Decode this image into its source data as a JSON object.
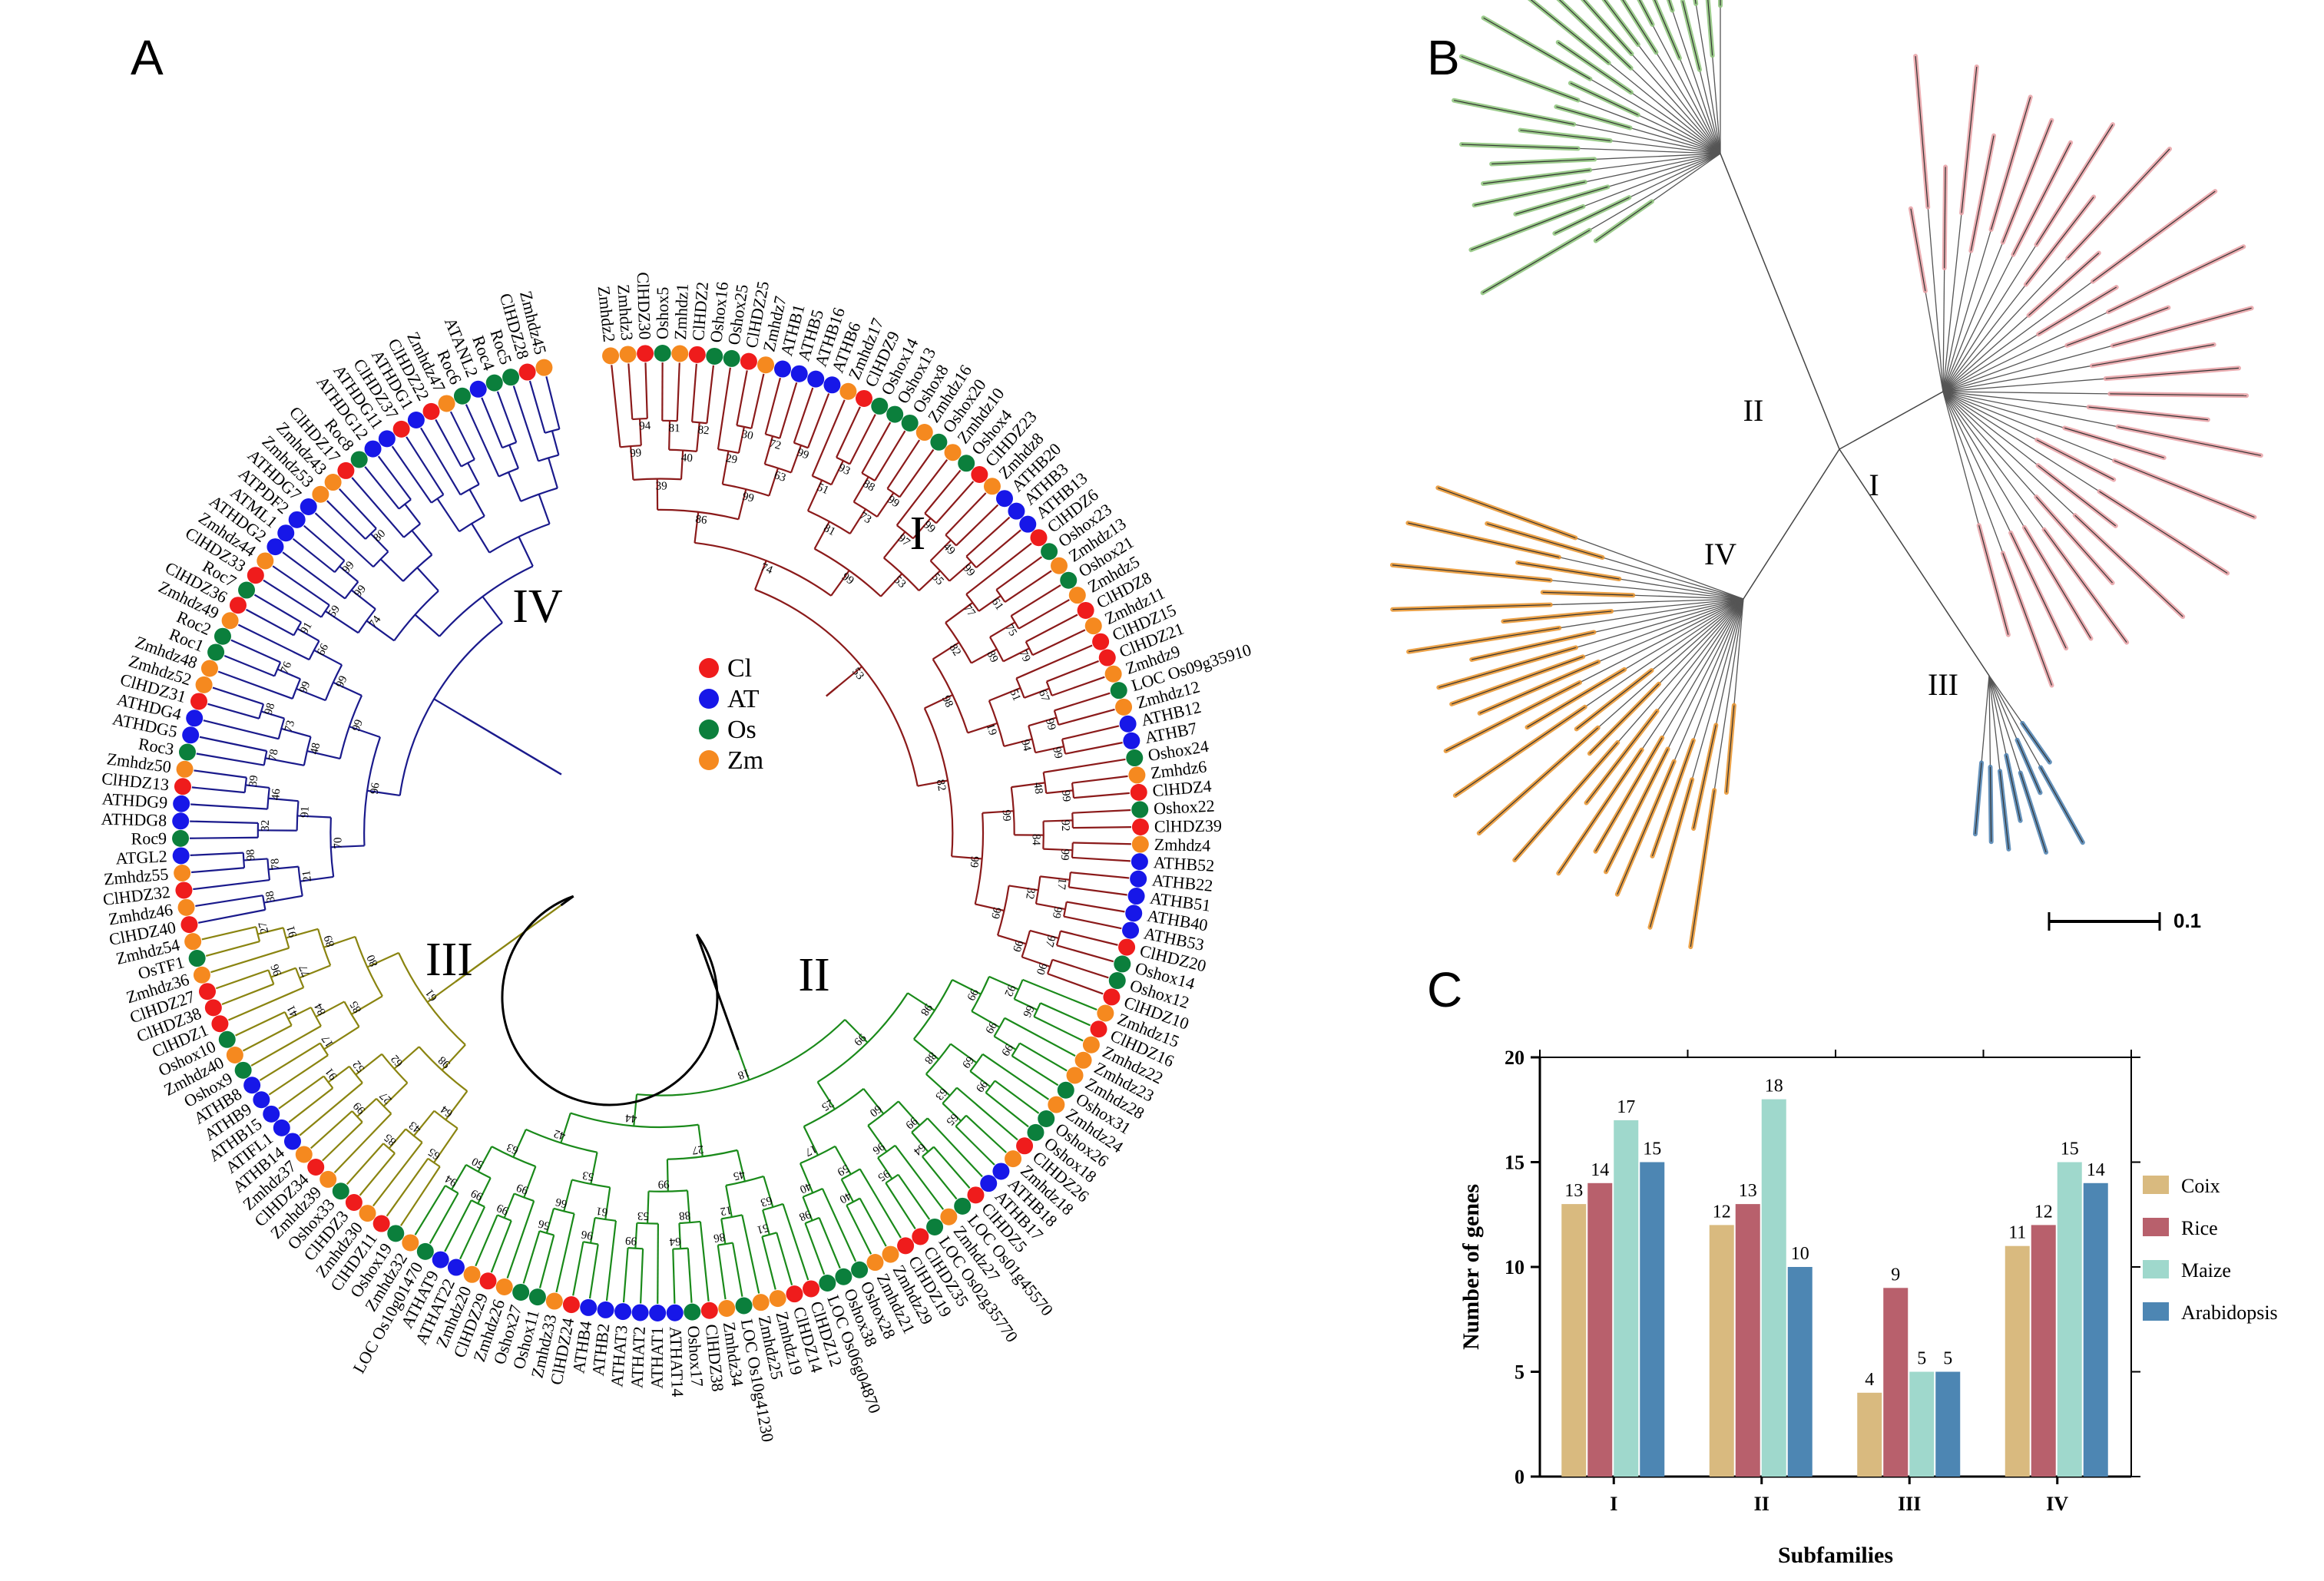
{
  "panels": {
    "a": "A",
    "b": "B",
    "c": "C"
  },
  "tree_a": {
    "legend": [
      {
        "label": "Cl",
        "color": "#ef1c1c"
      },
      {
        "label": "AT",
        "color": "#1717e8"
      },
      {
        "label": "Os",
        "color": "#0b7f3c"
      },
      {
        "label": "Zm",
        "color": "#f5891f"
      }
    ],
    "clade_labels": [
      "I",
      "II",
      "III",
      "IV"
    ],
    "clade_colors": {
      "I": "#8b1a1a",
      "II": "#1a8a1a",
      "III": "#8a8410",
      "IV": "#1a1a8c",
      "root": "#000000"
    },
    "clades": [
      {
        "clade": "I",
        "tips": [
          "Zmhdz2",
          "Zmhdz3",
          "ClHDZ30",
          "Oshox5",
          "Zmhdz1",
          "ClHDZ2",
          "Oshox16",
          "Oshox25",
          "ClHDZ25",
          "Zmhdz7",
          "ATHB1",
          "ATHB5",
          "ATHB16",
          "ATHB6",
          "Zmhdz17",
          "ClHDZ9",
          "Oshox14",
          "Oshox13",
          "Oshox8",
          "Zmhdz16",
          "Oshox20",
          "Zmhdz10",
          "Oshox4",
          "ClHDZ23",
          "Zmhdz8",
          "ATHB20",
          "ATHB3",
          "ATHB13",
          "ClHDZ6",
          "Oshox23",
          "Zmhdz13",
          "Oshox21",
          "Zmhdz5",
          "ClHDZ8",
          "Zmhdz11",
          "ClHDZ15",
          "ClHDZ21",
          "Zmhdz9",
          "LOC Os09g35910",
          "Zmhdz12",
          "ATHB12",
          "ATHB7",
          "Oshox24",
          "Zmhdz6",
          "ClHDZ4",
          "Oshox22",
          "ClHDZ39",
          "Zmhdz4",
          "ATHB52",
          "ATHB22",
          "ATHB51",
          "ATHB40",
          "ATHB53",
          "ClHDZ20",
          "Oshox14",
          "Oshox12",
          "ClHDZ10"
        ]
      },
      {
        "clade": "II",
        "tips": [
          "Zmhdz15",
          "ClHDZ16",
          "Zmhdz22",
          "Zmhdz23",
          "Zmhdz28",
          "Oshox31",
          "Zmhdz24",
          "Oshox26",
          "Oshox18",
          "ClHDZ26",
          "Zmhdz18",
          "ATHB18",
          "ATHB17",
          "ClHDZ5",
          "LOC Os01g45570",
          "Zmhdz27",
          "LOC Os02g35770",
          "ClHDZ35",
          "ClHDZ19",
          "Zmhdz29",
          "Zmhdz21",
          "Oshox28",
          "Oshox38",
          "LOC Os06g04870",
          "ClHDZ12",
          "ClHDZ14",
          "Zmhdz19",
          "Zmhdz25",
          "LOC Os10g41230",
          "Zmhdz34",
          "ClHDZ38",
          "Oshox17",
          "ATHAT14",
          "ATHAT1",
          "ATHAT2",
          "ATHAT3",
          "ATHB2",
          "ATHB4",
          "ClHDZ24",
          "Zmhdz33",
          "Oshox11",
          "Oshox27",
          "Zmhdz26",
          "ClHDZ29",
          "Zmhdz20",
          "ATHAT22",
          "ATHAT9",
          "LOC Os10g01470",
          "Zmhdz32"
        ]
      },
      {
        "clade": "III",
        "tips": [
          "Oshox19",
          "ClHDZ11",
          "Zmhdz30",
          "ClHDZ3",
          "Oshox33",
          "Zmhdz39",
          "ClHDZ34",
          "Zmhdz37",
          "ATHB14",
          "ATIFL1",
          "ATHB15",
          "ATHB9",
          "ATHB8",
          "Oshox9",
          "Zmhdz40",
          "Oshox10",
          "ClHDZ1",
          "ClHDZ38",
          "ClHDZ27",
          "Zmhdz36",
          "OsTF1",
          "Zmhdz54"
        ]
      },
      {
        "clade": "IV",
        "tips": [
          "ClHDZ40",
          "Zmhdz46",
          "ClHDZ32",
          "Zmhdz55",
          "ATGL2",
          "Roc9",
          "ATHDG8",
          "ATHDG9",
          "ClHDZ13",
          "Zmhdz50",
          "Roc3",
          "ATHDG5",
          "ATHDG4",
          "ClHDZ31",
          "Zmhdz52",
          "Zmhdz48",
          "Roc1",
          "Roc2",
          "Zmhdz49",
          "ClHDZ36",
          "Roc7",
          "ClHDZ33",
          "Zmhdz44",
          "ATHDG2",
          "ATML1",
          "ATPDF2",
          "ATHDG7",
          "Zmhdz53",
          "Zmhdz43",
          "ClHDZ17",
          "Roc8",
          "ATHDG12",
          "ATHDG11",
          "ClHDZ37",
          "ATHDG1",
          "ClHDZ22",
          "Zmhdz47",
          "Roc6",
          "ATANL2",
          "Roc4",
          "Roc5",
          "ClHDZ28",
          "Zmhdz45"
        ]
      }
    ],
    "bootstrap": [
      94,
      99,
      81,
      82,
      40,
      39,
      30,
      29,
      72,
      99,
      63,
      99,
      86,
      93,
      51,
      88,
      99,
      73,
      81,
      99,
      97,
      49,
      99,
      55,
      53,
      99,
      74,
      61,
      77,
      75,
      79,
      89,
      82,
      67,
      51,
      99,
      99,
      94,
      19,
      98,
      99,
      48,
      92,
      99,
      84,
      99,
      17,
      99,
      32,
      97,
      90,
      99,
      99,
      99,
      82,
      53,
      66,
      92,
      99,
      99,
      99,
      99,
      69,
      65,
      63,
      88,
      98,
      64,
      99,
      95,
      96,
      60,
      40,
      59,
      98,
      40,
      17,
      25,
      99,
      51,
      63,
      86,
      12,
      45,
      64,
      88,
      99,
      53,
      99,
      27,
      96,
      61,
      56,
      66,
      53,
      99,
      99,
      99,
      94,
      50,
      63,
      42,
      44,
      18,
      65,
      85,
      43,
      64,
      99,
      27,
      91,
      52,
      62,
      98,
      17,
      41,
      84,
      85,
      96,
      77,
      27,
      91,
      89,
      80,
      61,
      38,
      98,
      78,
      21,
      32,
      39,
      46,
      91,
      70,
      78,
      98,
      73,
      48,
      76,
      99,
      91,
      66,
      99,
      99,
      96,
      59,
      99,
      99,
      74,
      80
    ]
  },
  "tree_b": {
    "clade_labels": [
      "I",
      "II",
      "III",
      "IV"
    ],
    "clade_colors": {
      "I": "#e8a0a5",
      "II": "#8cc47a",
      "III": "#4b7fb0",
      "IV": "#e8922a"
    },
    "scale_label": "0.1"
  },
  "chart_data": {
    "type": "bar",
    "categories": [
      "I",
      "II",
      "III",
      "IV"
    ],
    "series": [
      {
        "name": "Coix",
        "color": "#d9ba7f",
        "values": [
          13,
          12,
          4,
          11
        ]
      },
      {
        "name": "Rice",
        "color": "#b8606c",
        "values": [
          14,
          13,
          9,
          12
        ]
      },
      {
        "name": "Maize",
        "color": "#9fd8cc",
        "values": [
          17,
          18,
          5,
          15
        ]
      },
      {
        "name": "Arabidopsis",
        "color": "#4d86b3",
        "values": [
          15,
          10,
          5,
          14
        ]
      }
    ],
    "xlabel": "Subfamilies",
    "ylabel": "Number of genes",
    "ylim": [
      0,
      20
    ],
    "yticks": [
      0,
      5,
      10,
      15,
      20
    ],
    "legend_position": "right",
    "grid": false
  }
}
